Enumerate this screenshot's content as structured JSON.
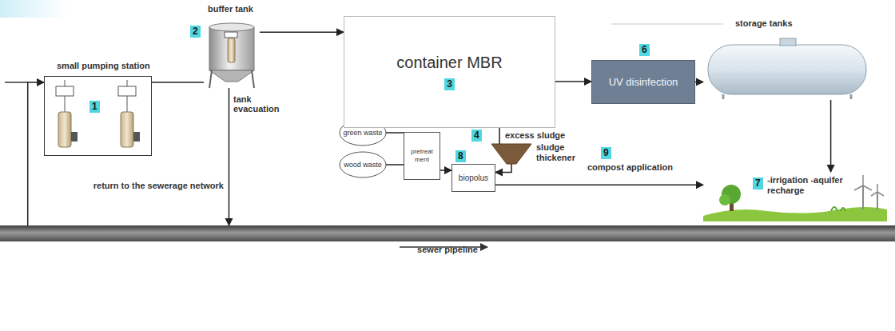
{
  "diagram": {
    "nodes": [
      {
        "text": [
          "small pumping station"
        ]
      },
      {
        "text": [
          "buffer tank"
        ]
      },
      {
        "text": [
          "container MBR",
          "3"
        ]
      },
      {
        "text": [
          "UV disinfection"
        ]
      },
      {
        "text": [
          "storage tanks"
        ]
      },
      {
        "text": [
          "sludge thickener"
        ]
      },
      {
        "text": [
          "green waste"
        ]
      },
      {
        "text": [
          "wood waste"
        ]
      },
      {
        "text": [
          "pretreat ment"
        ]
      },
      {
        "text": [
          "biopolus"
        ]
      },
      {
        "text": [
          "-irrigation -aquifer recharge"
        ]
      },
      {
        "text": [
          "sewer pipeline"
        ]
      }
    ],
    "edges": [
      {
        "from": 11,
        "to": 0,
        "arrow": "to"
      },
      {
        "from": 0,
        "to": 1,
        "arrow": "none"
      },
      {
        "from": 1,
        "to": 2,
        "arrow": "to"
      },
      {
        "from": 1,
        "to": 11,
        "arrow": "to"
      },
      {
        "from": 2,
        "to": 3,
        "arrow": "to"
      },
      {
        "from": 3,
        "to": 4,
        "arrow": "to"
      },
      {
        "from": 4,
        "to": 10,
        "arrow": "to"
      },
      {
        "from": 2,
        "to": 5,
        "arrow": "none"
      },
      {
        "from": 6,
        "to": 8,
        "arrow": "none"
      },
      {
        "from": 7,
        "to": 8,
        "arrow": "none"
      },
      {
        "from": 8,
        "to": 9,
        "arrow": "to"
      },
      {
        "from": 5,
        "to": 9,
        "arrow": "to"
      },
      {
        "from": 9,
        "to": 10,
        "arrow": "to"
      }
    ],
    "labels": [
      "1",
      "2",
      "tank evacuation",
      "return to the sewerage network",
      "4",
      "excess sludge",
      "8",
      "6",
      "9",
      "compost application",
      "7"
    ]
  }
}
